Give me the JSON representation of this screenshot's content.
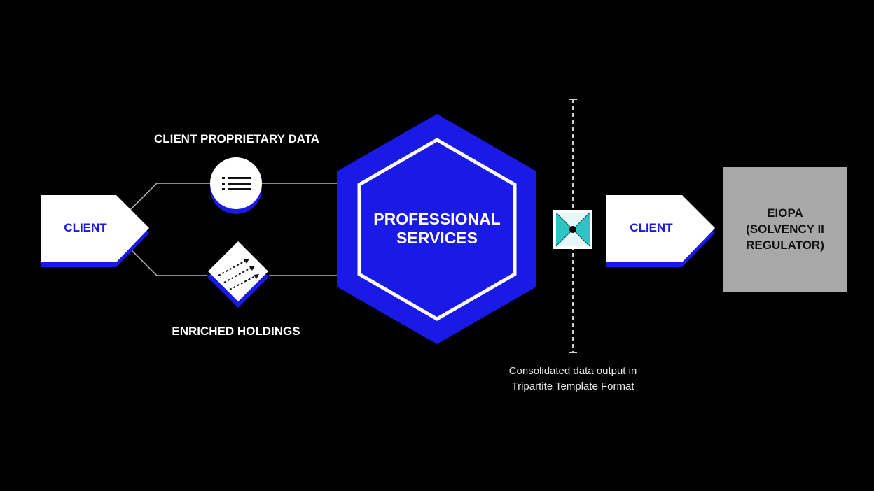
{
  "diagram": {
    "client_left": "CLIENT",
    "client_right": "CLIENT",
    "proprietary_label": "CLIENT PROPRIETARY DATA",
    "holdings_label": "ENRICHED HOLDINGS",
    "hub_line1": "PROFESSIONAL",
    "hub_line2": "SERVICES",
    "regulator_line1": "EIOPA",
    "regulator_line2": "(SOLVENCY II",
    "regulator_line3": "REGULATOR)",
    "output_line1": "Consolidated data output in",
    "output_line2": "Tripartite Template Format"
  },
  "colors": {
    "background": "#000000",
    "brand_blue": "#1a1ae6",
    "white": "#ffffff",
    "regulator_gray": "#a8a8a8",
    "connector_gray": "#b8b8b8",
    "teal": "#2ec4c4"
  },
  "icons": {
    "proprietary": "list-icon",
    "holdings": "arrows-icon",
    "output": "envelope-icon"
  }
}
